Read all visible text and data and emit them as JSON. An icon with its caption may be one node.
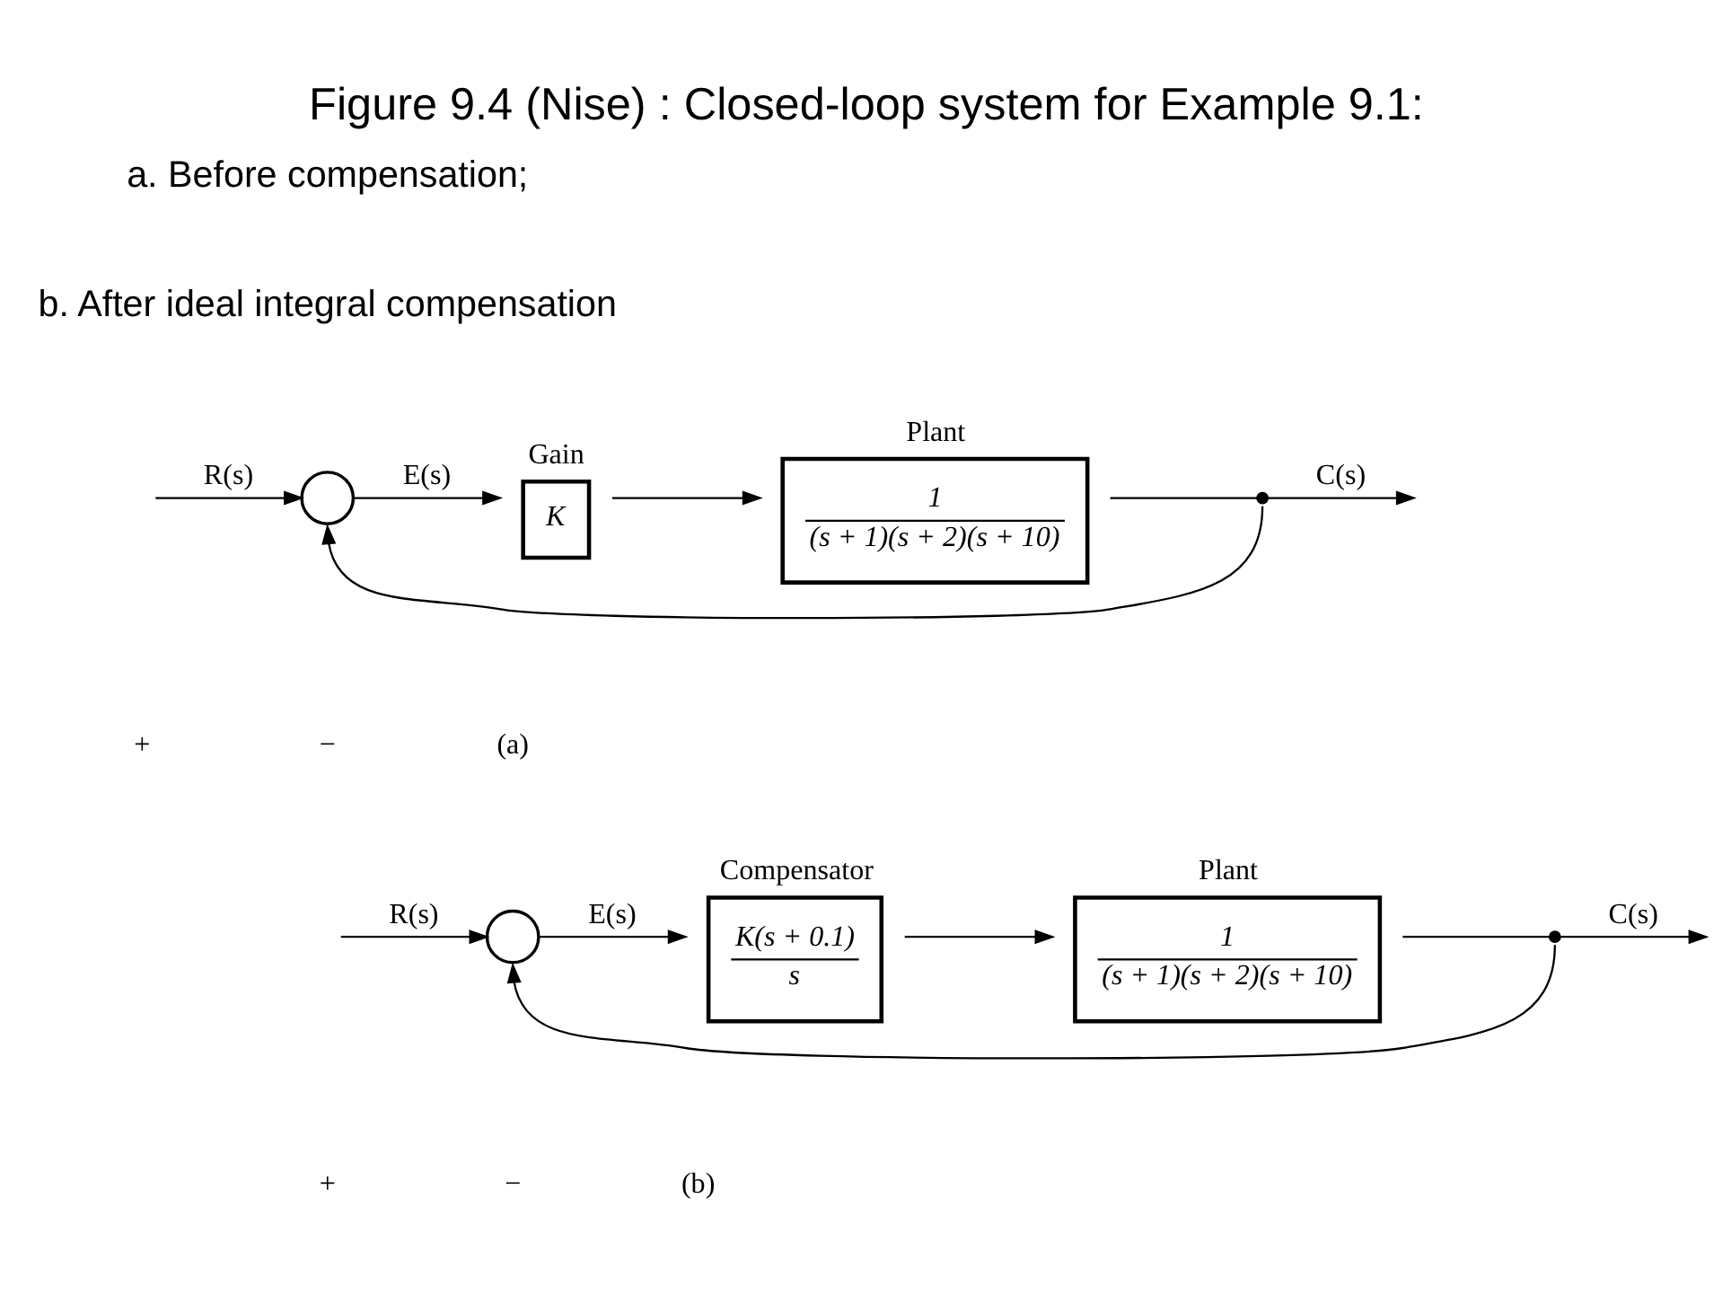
{
  "diagram": {
    "title": "Figure 9.4 (Nise) : Closed-loop system for Example 9.1:",
    "nodes": [
      {
        "text": [],
        "shape": "circle"
      },
      {
        "text": [
          "K"
        ],
        "beside": [
          "Gain"
        ]
      },
      {
        "text": [
          "1",
          "(s + 1)(s + 2)(s + 10)"
        ],
        "beside": [
          "Plant"
        ]
      },
      {
        "text": [],
        "shape": "point"
      },
      {
        "text": [],
        "shape": "circle"
      },
      {
        "text": [
          "K(s + 0.1)",
          "s"
        ],
        "beside": [
          "Compensator"
        ]
      },
      {
        "text": [
          "1",
          "(s + 1)(s + 2)(s + 10)"
        ],
        "beside": [
          "Plant"
        ]
      },
      {
        "text": [],
        "shape": "point"
      }
    ],
    "edges": [
      {
        "from": null,
        "to": 0,
        "arrow": "to",
        "label": "R(s)"
      },
      {
        "from": 0,
        "to": 1,
        "arrow": "to",
        "label": "E(s)"
      },
      {
        "from": 1,
        "to": 2,
        "arrow": "to"
      },
      {
        "from": 2,
        "to": 3,
        "arrow": "none"
      },
      {
        "from": 3,
        "to": null,
        "arrow": "to",
        "label": "C(s)"
      },
      {
        "from": 3,
        "to": 0,
        "arrow": "to"
      },
      {
        "from": null,
        "to": 4,
        "arrow": "to",
        "label": "R(s)"
      },
      {
        "from": 4,
        "to": 5,
        "arrow": "to",
        "label": "E(s)"
      },
      {
        "from": 5,
        "to": 6,
        "arrow": "to"
      },
      {
        "from": 6,
        "to": 7,
        "arrow": "none"
      },
      {
        "from": 7,
        "to": null,
        "arrow": "to",
        "label": "C(s)"
      },
      {
        "from": 7,
        "to": 4,
        "arrow": "to"
      }
    ],
    "labels": [
      "a. Before compensation;",
      "b. After ideal integral compensation",
      "+",
      "−",
      "(a)",
      "+",
      "−",
      "(b)"
    ]
  }
}
